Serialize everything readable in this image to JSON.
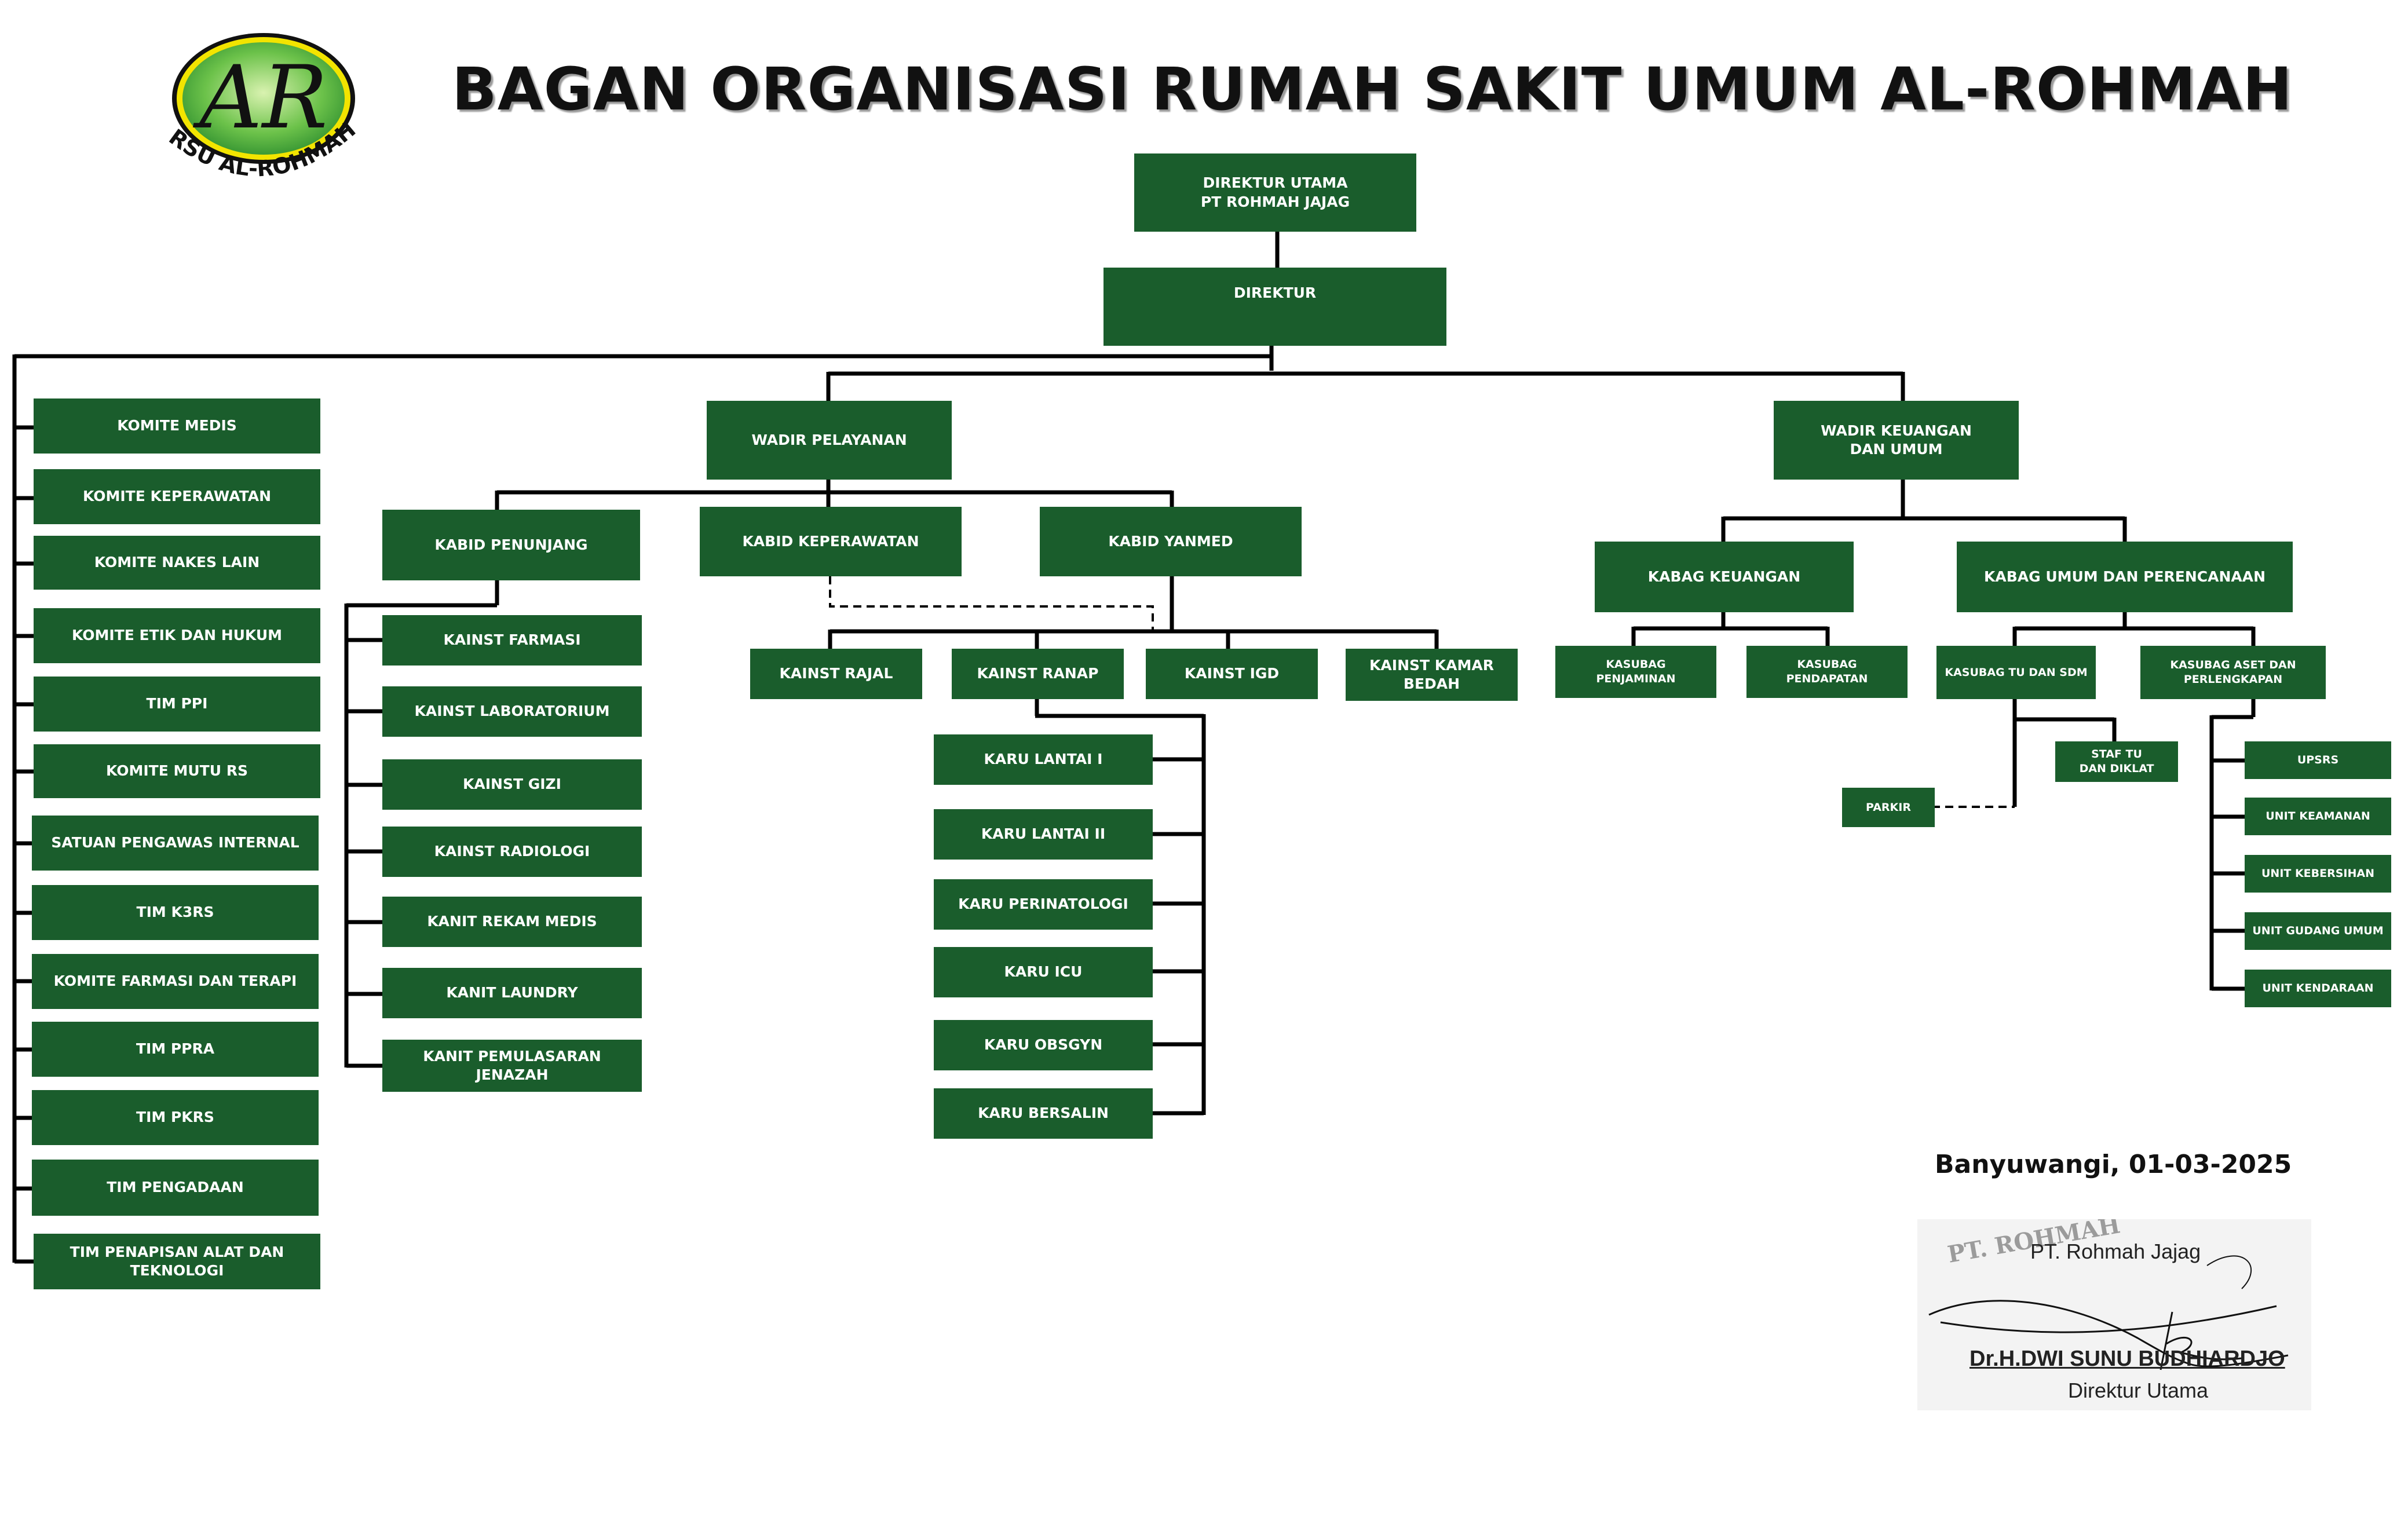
{
  "header": {
    "title": "BAGAN ORGANISASI RUMAH SAKIT UMUM AL-ROHMAH",
    "logo_monogram": "AR",
    "logo_caption": "RSU AL-ROHMAH"
  },
  "colors": {
    "box_fill": "#1a5d2c",
    "box_text": "#ffffff",
    "connector": "#000000",
    "logo_ring": "#f2e400",
    "logo_green": "#2f8f2f"
  },
  "top": {
    "direktur_utama": "DIREKTUR UTAMA\nPT ROHMAH JAJAG",
    "direktur": "DIREKTUR"
  },
  "committees": [
    "KOMITE MEDIS",
    "KOMITE KEPERAWATAN",
    "KOMITE NAKES LAIN",
    "KOMITE ETIK DAN HUKUM",
    "TIM PPI",
    "KOMITE MUTU RS",
    "SATUAN PENGAWAS INTERNAL",
    "TIM K3RS",
    "KOMITE FARMASI DAN TERAPI",
    "TIM PPRA",
    "TIM PKRS",
    "TIM PENGADAAN",
    "TIM PENAPISAN ALAT DAN\nTEKNOLOGI"
  ],
  "pelayanan": {
    "wadir": "WADIR PELAYANAN",
    "kabid_penunjang": "KABID PENUNJANG",
    "kabid_keperawatan": "KABID KEPERAWATAN",
    "kabid_yanmed": "KABID YANMED",
    "penunjang_units": [
      "KAINST FARMASI",
      "KAINST LABORATORIUM",
      "KAINST GIZI",
      "KAINST RADIOLOGI",
      "KANIT REKAM MEDIS",
      "KANIT LAUNDRY",
      "KANIT PEMULASARAN\nJENAZAH"
    ],
    "yanmed_units": [
      "KAINST RAJAL",
      "KAINST RANAP",
      "KAINST IGD",
      "KAINST KAMAR\nBEDAH"
    ],
    "ranap_units": [
      "KARU LANTAI I",
      "KARU LANTAI II",
      "KARU PERINATOLOGI",
      "KARU ICU",
      "KARU OBSGYN",
      "KARU BERSALIN"
    ]
  },
  "keuangan": {
    "wadir": "WADIR KEUANGAN\nDAN UMUM",
    "kabag_keuangan": "KABAG KEUANGAN",
    "kabag_umum": "KABAG UMUM DAN PERENCANAAN",
    "kasubag_penjaminan": "KASUBAG\nPENJAMINAN",
    "kasubag_pendapatan": "KASUBAG\nPENDAPATAN",
    "kasubag_tu": "KASUBAG TU DAN SDM",
    "kasubag_aset": "KASUBAG ASET DAN\nPERLENGKAPAN",
    "staf_tu": "STAF TU\nDAN DIKLAT",
    "parkir": "PARKIR",
    "aset_units": [
      "UPSRS",
      "UNIT KEAMANAN",
      "UNIT KEBERSIHAN",
      "UNIT GUDANG UMUM",
      "UNIT KENDARAAN"
    ]
  },
  "signature": {
    "place_date": "Banyuwangi, 01-03-2025",
    "company": "PT. Rohmah Jajag",
    "stamp_text": "PT. ROHMAH",
    "name": "Dr.H.DWI SUNU BUDHIARDJO",
    "position": "Direktur Utama"
  }
}
